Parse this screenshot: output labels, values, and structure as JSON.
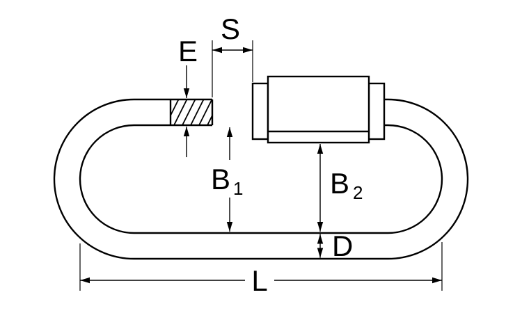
{
  "diagram": {
    "background_color": "#ffffff",
    "line_color": "#000000",
    "labels": {
      "s": "S",
      "e": "E",
      "b1": {
        "base": "B",
        "sub": "1"
      },
      "b2": {
        "base": "B",
        "sub": "2"
      },
      "d": "D",
      "l": "L"
    }
  }
}
